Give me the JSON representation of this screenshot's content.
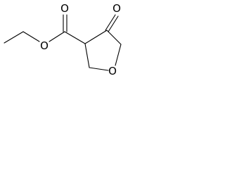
{
  "structure": {
    "colors": {
      "bond": "#000000",
      "label": "#000000",
      "background": "#ffffff"
    },
    "atoms": {
      "ketone_oxygen": "O",
      "ester_carbonyl_oxygen": "O",
      "ester_alkoxy_oxygen": "O",
      "ring_oxygen": "O"
    }
  }
}
